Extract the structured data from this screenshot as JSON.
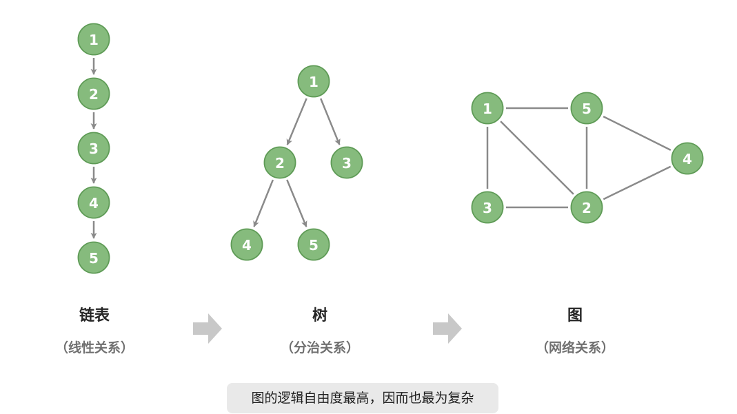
{
  "panels": [
    {
      "title": "链表",
      "subtitle": "（线性关系）"
    },
    {
      "title": "树",
      "subtitle": "（分治关系）"
    },
    {
      "title": "图",
      "subtitle": "（网络关系）"
    }
  ],
  "caption": "图的逻辑自由度最高，因而也最为复杂",
  "colors": {
    "node_fill": "#86bb7d",
    "node_ring": "#5e9a56",
    "edge": "#8a8a8a",
    "arrow": "#c8c8c8",
    "caption_bg": "#e9e9e9"
  },
  "icons": [
    "right-arrow-icon"
  ],
  "linked_list": {
    "nodes": [
      "1",
      "2",
      "3",
      "4",
      "5"
    ],
    "edges": [
      [
        "1",
        "2"
      ],
      [
        "2",
        "3"
      ],
      [
        "3",
        "4"
      ],
      [
        "4",
        "5"
      ]
    ],
    "directed": true
  },
  "tree": {
    "nodes": [
      "1",
      "2",
      "3",
      "4",
      "5"
    ],
    "edges": [
      [
        "1",
        "2"
      ],
      [
        "1",
        "3"
      ],
      [
        "2",
        "4"
      ],
      [
        "2",
        "5"
      ]
    ],
    "directed": true
  },
  "graph": {
    "nodes": [
      "1",
      "5",
      "4",
      "3",
      "2"
    ],
    "edges": [
      [
        "1",
        "5"
      ],
      [
        "1",
        "3"
      ],
      [
        "1",
        "2"
      ],
      [
        "5",
        "2"
      ],
      [
        "5",
        "4"
      ],
      [
        "3",
        "2"
      ],
      [
        "2",
        "4"
      ]
    ],
    "directed": false
  }
}
